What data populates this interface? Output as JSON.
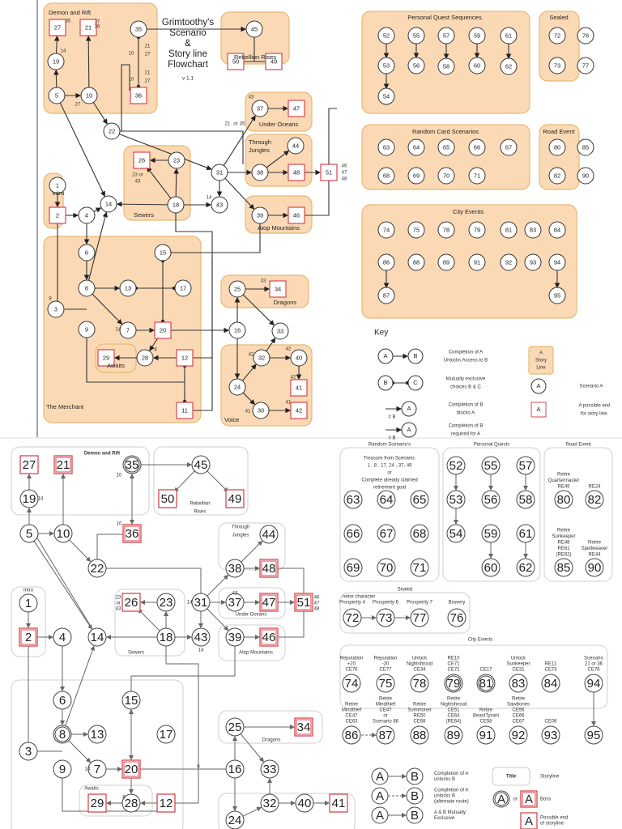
{
  "top": {
    "title_lines": [
      "Grimtoothy's",
      "Scenario",
      "&",
      "Story line",
      "Flowchart"
    ],
    "version": "v 1.1",
    "groups": [
      {
        "id": "demon",
        "label": "Demon and Rift"
      },
      {
        "id": "rebellion",
        "label": "Rebellion Rises"
      },
      {
        "id": "intro",
        "label": "Intro"
      },
      {
        "id": "sewers",
        "label": "Sewers"
      },
      {
        "id": "oceans",
        "label": "Under Oceans"
      },
      {
        "id": "jungles",
        "label": "Through Jungles"
      },
      {
        "id": "mountains",
        "label": "Atop Mountains"
      },
      {
        "id": "merchant",
        "label": "The Merchant"
      },
      {
        "id": "awaits",
        "label": "Awaits"
      },
      {
        "id": "dragons",
        "label": "Dragons"
      },
      {
        "id": "voice",
        "label": "Voice"
      },
      {
        "id": "pq",
        "label": "Personal Quest Sequences."
      },
      {
        "id": "sealed",
        "label": "Sealed"
      },
      {
        "id": "random",
        "label": "Random Card Scenarios"
      },
      {
        "id": "road",
        "label": "Road Event"
      },
      {
        "id": "city",
        "label": "City Events"
      }
    ],
    "annotations": [
      {
        "text": "35",
        "color": "red",
        "near": "27"
      },
      {
        "text": "27",
        "color": "red",
        "near": "21"
      },
      {
        "text": "36",
        "color": "red",
        "near": "21"
      },
      {
        "text": "14",
        "color": "green",
        "near": "19"
      },
      {
        "text": "27",
        "color": "red",
        "near": "10"
      },
      {
        "text": "10",
        "color": "green",
        "near": "35"
      },
      {
        "text": "21",
        "color": "red",
        "near": "35"
      },
      {
        "text": "27",
        "color": "red",
        "near": "35"
      },
      {
        "text": "10",
        "color": "green",
        "near": "36"
      },
      {
        "text": "21",
        "color": "red",
        "near": "36"
      },
      {
        "text": "27",
        "color": "red",
        "near": "36"
      },
      {
        "text": "21",
        "color": "green",
        "near": "31a"
      },
      {
        "text": "or",
        "color": "black",
        "near": "31b"
      },
      {
        "text": "35",
        "color": "red",
        "near": "31c"
      },
      {
        "text": "43",
        "color": "green",
        "near": "37"
      },
      {
        "text": "46",
        "color": "green",
        "near": "51a"
      },
      {
        "text": "47",
        "color": "green",
        "near": "51b"
      },
      {
        "text": "48",
        "color": "green",
        "near": "51c"
      },
      {
        "text": "23 or",
        "color": "green",
        "near": "26a"
      },
      {
        "text": "43",
        "color": "green",
        "near": "26b"
      },
      {
        "text": "14",
        "color": "green",
        "near": "43"
      },
      {
        "text": "8",
        "color": "red",
        "near": "3"
      },
      {
        "text": "14",
        "color": "green",
        "near": "7"
      },
      {
        "text": "8",
        "color": "green",
        "near": "28"
      },
      {
        "text": "33",
        "color": "red",
        "near": "34"
      },
      {
        "text": "42",
        "color": "red",
        "near": "32"
      },
      {
        "text": "42",
        "color": "red",
        "near": "40"
      },
      {
        "text": "42",
        "color": "red",
        "near": "41"
      },
      {
        "text": "41",
        "color": "red",
        "near": "30"
      },
      {
        "text": "41",
        "color": "red",
        "near": "42"
      }
    ],
    "key": {
      "title": "Key",
      "items": [
        {
          "a": "A",
          "b": "B",
          "text": [
            "Completion of A",
            "Unlocks Access to B"
          ]
        },
        {
          "a": "B",
          "b": "C",
          "text": [
            "Mutually exclusive",
            "choices B & C"
          ]
        },
        {
          "a": "A",
          "tag": "# B",
          "tag_color": "red",
          "text": [
            "Completion of B",
            "blocks  A"
          ]
        },
        {
          "a": "A",
          "tag": "# B",
          "tag_color": "green",
          "text": [
            "Completion of B",
            "required for A"
          ]
        }
      ],
      "storyline_box": [
        "A",
        "Story",
        "Line"
      ],
      "scenario_label": "Scenario A",
      "scenario_glyph": "A",
      "end_glyph": "A",
      "end_label": [
        "A possible end",
        "for story line."
      ]
    }
  },
  "bottom": {
    "groups": [
      {
        "id": "demon",
        "label": "Demon and Rift"
      },
      {
        "id": "rebellion",
        "label": [
          "Rebellion",
          "Rises"
        ]
      },
      {
        "id": "intro",
        "label": "Intro"
      },
      {
        "id": "jungles",
        "label": [
          "Through",
          "Jungles"
        ]
      },
      {
        "id": "oceans",
        "label": "Under Oceans"
      },
      {
        "id": "mountains",
        "label": "Atop Mountains"
      },
      {
        "id": "sewers",
        "label": "Sewers"
      },
      {
        "id": "dragons",
        "label": "Dragons"
      },
      {
        "id": "awaits",
        "label": "Awaits"
      }
    ],
    "random": {
      "title": "Random Scenario's",
      "note": [
        "Treasure from Scenario:",
        "1 , 8 , 17, 24 , 37, 49",
        "or",
        "Complete already claimed",
        "retirement goal"
      ],
      "nodes": [
        "63",
        "64",
        "65",
        "66",
        "67",
        "68",
        "69",
        "70",
        "71"
      ]
    },
    "personal_quests": {
      "title": "Personal Quests",
      "nodes": [
        "52",
        "53",
        "54",
        "55",
        "56",
        "57",
        "58",
        "59",
        "60",
        "61",
        "62"
      ]
    },
    "road_event": {
      "title": "Road Event",
      "items": [
        {
          "node": "80",
          "label": [
            "Retire",
            "Quartermaster",
            "RE49"
          ]
        },
        {
          "node": "82",
          "label": [
            "RE24"
          ]
        },
        {
          "node": "85",
          "label": [
            "Retire",
            "Sunkeeper",
            "RE48",
            "RE61",
            "(RE62)"
          ]
        },
        {
          "node": "90",
          "label": [
            "Retire",
            "Spellweaver",
            "RE44"
          ]
        }
      ]
    },
    "sealed": {
      "title": "Sealed",
      "note": "retire character",
      "items": [
        {
          "node": "72",
          "label": "Prosperity 4"
        },
        {
          "node": "73",
          "label": "Prosperity 6"
        },
        {
          "node": "77",
          "label": "Prosperity 7"
        },
        {
          "node": "76",
          "label": "Bravery"
        }
      ]
    },
    "city_events": {
      "title": "City Events",
      "row1": [
        {
          "node": "74",
          "label": [
            "Reputation",
            "+20",
            "CE76"
          ]
        },
        {
          "node": "75",
          "label": [
            "Reputation",
            "-20",
            "CE77"
          ]
        },
        {
          "node": "78",
          "label": [
            "Unlock",
            "Nightshroud",
            "CE34"
          ]
        },
        {
          "node": "79",
          "label": [
            "RE10",
            "CE71",
            "CE72"
          ]
        },
        {
          "node": "81",
          "label": [
            "CE17"
          ]
        },
        {
          "node": "83",
          "label": [
            "Unlock",
            "Sunkeeper",
            "CE31"
          ]
        },
        {
          "node": "84",
          "label": [
            "RE11",
            "CE73"
          ]
        },
        {
          "node": "94",
          "label": [
            "Scenario",
            "21 or 36",
            "CE78"
          ]
        }
      ],
      "row2": [
        {
          "node": "86",
          "label": [
            "Retire",
            "Mindthief",
            "CE47",
            "CE63"
          ]
        },
        {
          "node": "87",
          "label": [
            "Retire",
            "Mindthief",
            "CE47",
            "or",
            "Scenario 86"
          ]
        },
        {
          "node": "88",
          "label": [
            "Retire",
            "Summoner",
            "RE50",
            "CE68"
          ]
        },
        {
          "node": "89",
          "label": [
            "Retire",
            "Nightshroud",
            "CE51",
            "CE64",
            "(RE64)"
          ]
        },
        {
          "node": "91",
          "label": [
            "Retire",
            "BeastTyrant",
            "CE58"
          ]
        },
        {
          "node": "92",
          "label": [
            "Retire",
            "Sawbones",
            "CE56",
            "CE66",
            "CE67"
          ]
        },
        {
          "node": "93",
          "label": [
            "CE08"
          ]
        },
        {
          "node": "95",
          "label": []
        }
      ]
    },
    "annotations": [
      "14",
      "10",
      "10",
      "14",
      "43",
      "14",
      "23",
      "or",
      "43",
      "46",
      "47",
      "48",
      "14",
      "6",
      "8"
    ],
    "key": {
      "items": [
        {
          "a": "A",
          "b": "B",
          "text": [
            "Completion of A",
            "unlocks B"
          ]
        },
        {
          "a": "A",
          "b": "B",
          "text": [
            "Completion of A",
            "unlocks B",
            "(alternate route)"
          ]
        },
        {
          "a": "A",
          "b": "B",
          "text": [
            "A & B Mutually",
            "Exclusive"
          ]
        }
      ],
      "storyline_box": "Title",
      "storyline_label": "Storyline",
      "boss_or": "or",
      "boss_label": "Boss",
      "end_label": [
        "Possible end",
        "of storyline"
      ]
    }
  }
}
